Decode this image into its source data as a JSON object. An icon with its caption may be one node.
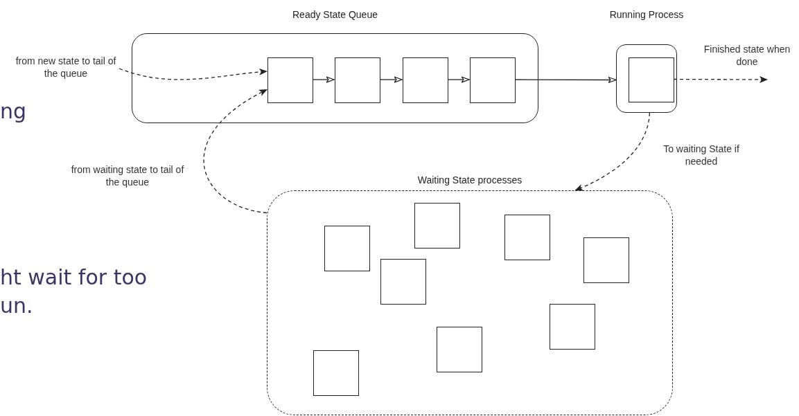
{
  "diagram": {
    "nodes": [
      {
        "text": [
          "Ready State Queue"
        ]
      },
      {
        "text": [],
        "shape": "box",
        "in": 0
      },
      {
        "text": [],
        "shape": "box",
        "in": 0
      },
      {
        "text": [],
        "shape": "box",
        "in": 0
      },
      {
        "text": [],
        "shape": "box",
        "in": 0
      },
      {
        "text": [
          "Running Process"
        ]
      },
      {
        "text": [],
        "shape": "box",
        "in": 5
      },
      {
        "text": [
          "Waiting State processes"
        ]
      },
      {
        "text": [],
        "shape": "box",
        "in": 7
      },
      {
        "text": [],
        "shape": "box",
        "in": 7
      },
      {
        "text": [],
        "shape": "box",
        "in": 7
      },
      {
        "text": [],
        "shape": "box",
        "in": 7
      },
      {
        "text": [],
        "shape": "box",
        "in": 7
      },
      {
        "text": [],
        "shape": "box",
        "in": 7
      },
      {
        "text": [],
        "shape": "box",
        "in": 7
      },
      {
        "text": [],
        "shape": "box",
        "in": 7
      },
      {
        "text": [
          "from new state to tail of the queue"
        ]
      }
    ],
    "edges": [
      {
        "from": 16,
        "to": 1,
        "arrow": "to",
        "style": "dashed"
      },
      {
        "from": 7,
        "to": 1,
        "arrow": "to",
        "style": "dashed",
        "label": "from waiting state to tail of the queue"
      },
      {
        "from": 1,
        "to": 2,
        "arrow": "to"
      },
      {
        "from": 2,
        "to": 3,
        "arrow": "to"
      },
      {
        "from": 3,
        "to": 4,
        "arrow": "to"
      },
      {
        "from": 4,
        "to": 5,
        "arrow": "to"
      },
      {
        "from": 5,
        "to": 7,
        "arrow": "to",
        "style": "dashed",
        "label": "To waiting State if needed"
      },
      {
        "from": 6,
        "to": null,
        "arrow": "to",
        "style": "dashed",
        "label": "Finished state when done"
      }
    ],
    "labels": [
      "ng",
      "ht wait for too",
      "un."
    ]
  }
}
